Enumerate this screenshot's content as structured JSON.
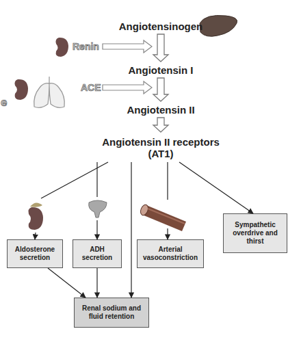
{
  "diagram": {
    "nodes": [
      {
        "text": [
          "Angiotensinogen"
        ]
      },
      {
        "text": [
          "Angiotensin I"
        ]
      },
      {
        "text": [
          "Angiotensin II"
        ]
      },
      {
        "text": [
          "Angiotensin II receptors (AT1)"
        ]
      },
      {
        "text": [
          "Aldosterone secretion"
        ]
      },
      {
        "text": [
          "ADH secretion"
        ]
      },
      {
        "text": [
          "Arterial vasoconstriction"
        ]
      },
      {
        "text": [
          "Sympathetic overdrive and thirst"
        ]
      },
      {
        "text": [
          "Renal sodium and fluid retention"
        ]
      }
    ],
    "edges": [
      {
        "from": 0,
        "to": 1,
        "arrow": "to"
      },
      {
        "from": 1,
        "to": 2,
        "arrow": "to"
      },
      {
        "from": 2,
        "to": 3,
        "arrow": "to"
      },
      {
        "from": 3,
        "to": 4,
        "arrow": "to"
      },
      {
        "from": 3,
        "to": 5,
        "arrow": "to"
      },
      {
        "from": 3,
        "to": 6,
        "arrow": "to"
      },
      {
        "from": 3,
        "to": 7,
        "arrow": "to"
      },
      {
        "from": 3,
        "to": 8,
        "arrow": "to"
      },
      {
        "from": 4,
        "to": 8,
        "arrow": "to"
      },
      {
        "from": 5,
        "to": 8,
        "arrow": "to"
      }
    ],
    "labels": [
      "Renin",
      "ACE",
      "e"
    ]
  }
}
